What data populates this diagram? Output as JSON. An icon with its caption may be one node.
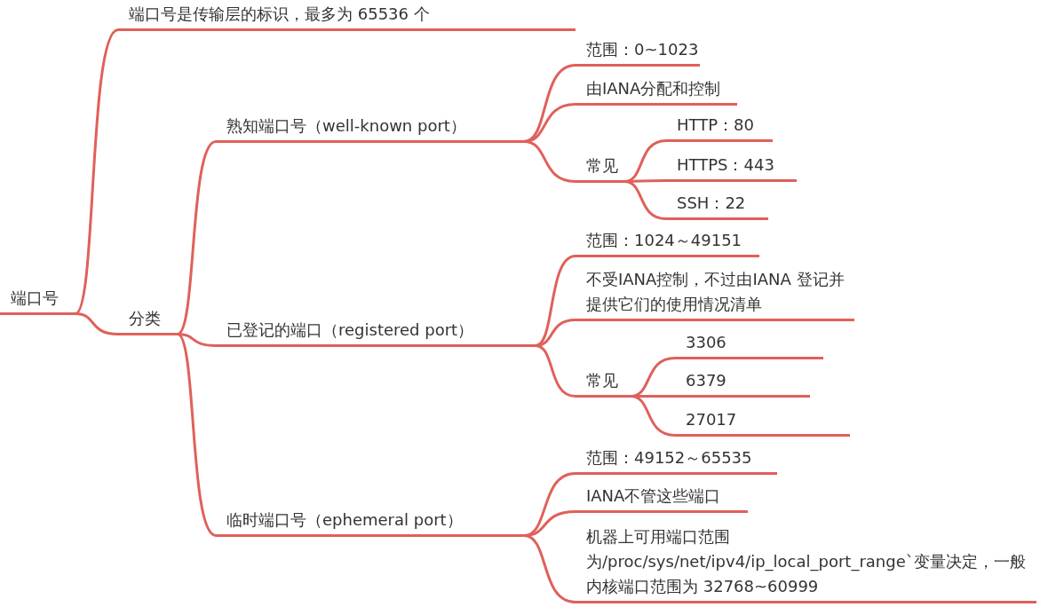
{
  "diagram": {
    "nodes": [
      {
        "text": [
          "端口号"
        ]
      },
      {
        "text": [
          "端口号是传输层的标识，最多为 65536 个"
        ]
      },
      {
        "text": [
          "分类"
        ]
      },
      {
        "text": [
          "熟知端口号（well-known port）"
        ]
      },
      {
        "text": [
          "范围：0~1023"
        ]
      },
      {
        "text": [
          "由IANA分配和控制"
        ]
      },
      {
        "text": [
          "常见"
        ]
      },
      {
        "text": [
          "HTTP：80"
        ]
      },
      {
        "text": [
          "HTTPS：443"
        ]
      },
      {
        "text": [
          "SSH：22"
        ]
      },
      {
        "text": [
          "已登记的端口（registered port）"
        ]
      },
      {
        "text": [
          "范围：1024～49151"
        ]
      },
      {
        "text": [
          "不受IANA控制，不过由IANA 登记并提供它们的使用情况清单"
        ]
      },
      {
        "text": [
          "常见"
        ]
      },
      {
        "text": [
          "3306"
        ]
      },
      {
        "text": [
          "6379"
        ]
      },
      {
        "text": [
          "27017"
        ]
      },
      {
        "text": [
          "临时端口号（ephemeral port）"
        ]
      },
      {
        "text": [
          "范围：49152～65535"
        ]
      },
      {
        "text": [
          "IANA不管这些端口"
        ]
      },
      {
        "text": [
          "机器上可用端口范围为/proc/sys/net/ipv4/ip_local_port_range`变量决定，一般内核端口范围为 32768~60999"
        ]
      }
    ],
    "edges": [
      {
        "from": 0,
        "to": 1,
        "arrow": "none"
      },
      {
        "from": 0,
        "to": 2,
        "arrow": "none"
      },
      {
        "from": 2,
        "to": 3,
        "arrow": "none"
      },
      {
        "from": 3,
        "to": 4,
        "arrow": "none"
      },
      {
        "from": 3,
        "to": 5,
        "arrow": "none"
      },
      {
        "from": 3,
        "to": 6,
        "arrow": "none"
      },
      {
        "from": 6,
        "to": 7,
        "arrow": "none"
      },
      {
        "from": 6,
        "to": 8,
        "arrow": "none"
      },
      {
        "from": 6,
        "to": 9,
        "arrow": "none"
      },
      {
        "from": 2,
        "to": 10,
        "arrow": "none"
      },
      {
        "from": 10,
        "to": 11,
        "arrow": "none"
      },
      {
        "from": 10,
        "to": 12,
        "arrow": "none"
      },
      {
        "from": 10,
        "to": 13,
        "arrow": "none"
      },
      {
        "from": 13,
        "to": 14,
        "arrow": "none"
      },
      {
        "from": 13,
        "to": 15,
        "arrow": "none"
      },
      {
        "from": 13,
        "to": 16,
        "arrow": "none"
      },
      {
        "from": 2,
        "to": 17,
        "arrow": "none"
      },
      {
        "from": 17,
        "to": 18,
        "arrow": "none"
      },
      {
        "from": 17,
        "to": 19,
        "arrow": "none"
      },
      {
        "from": 17,
        "to": 20,
        "arrow": "none"
      }
    ]
  }
}
